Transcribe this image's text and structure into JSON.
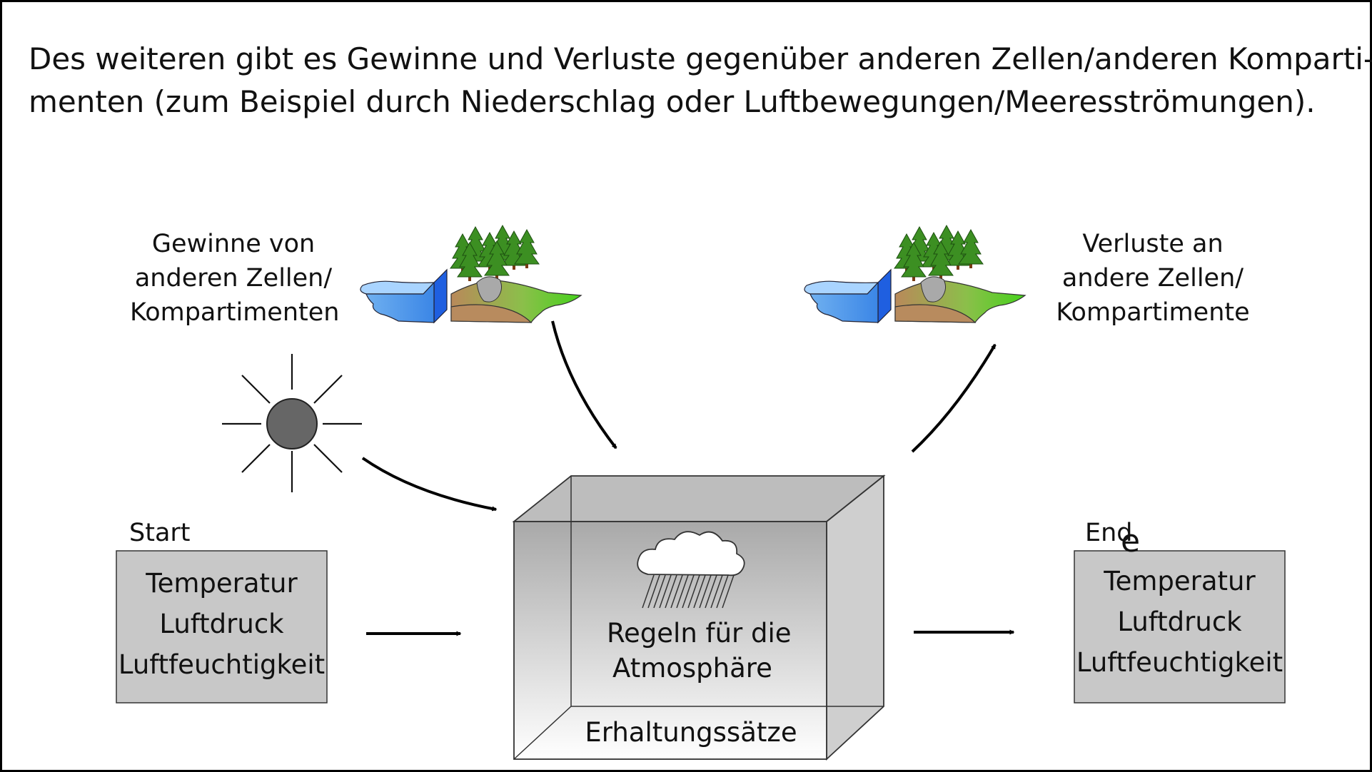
{
  "intro": {
    "line1": "Des weiteren gibt es Gewinne und Verluste gegenüber anderen Zellen/anderen Komparti-",
    "line2": "menten (zum Beispiel durch Niederschlag oder Luftbewegungen/Meeresströmungen)."
  },
  "gains_label": [
    "Gewinne von",
    "anderen Zellen/",
    "Kompartimenten"
  ],
  "losses_label": [
    "Verluste an",
    "andere Zellen/",
    "Kompartimente"
  ],
  "start": {
    "title": "Start",
    "vars": [
      "Temperatur",
      "Luftdruck",
      "Luftfeuchtigkeit"
    ]
  },
  "end": {
    "title": "End",
    "title_overlay": "e",
    "vars": [
      "Temperatur",
      "Luftdruck",
      "Luftfeuchtigkeit"
    ]
  },
  "box": {
    "rules": [
      "Regeln für die",
      "Atmosphäre"
    ],
    "conservation": "Erhaltungssätze"
  },
  "icons": [
    "sun-icon",
    "rain-cloud-icon",
    "landscape-icon"
  ],
  "colors": {
    "state_box": "#c8c8c8",
    "water": "#3b86e6",
    "land": "#8bbf4a",
    "tree": "#3c8f22",
    "sun": "#666666"
  }
}
